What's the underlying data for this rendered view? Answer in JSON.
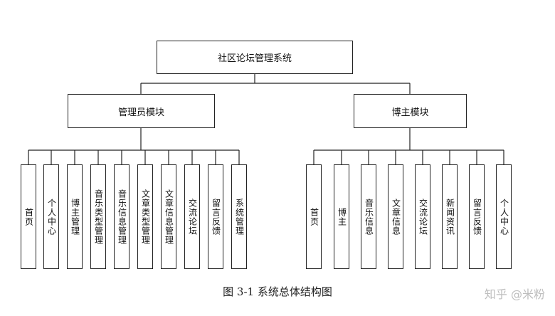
{
  "root": "社区论坛管理系统",
  "admin_module": {
    "title": "管理员模块",
    "items": [
      "首页",
      "个人中心",
      "博主管理",
      "音乐类型管理",
      "音乐信息管理",
      "文章类型管理",
      "文章信息管理",
      "交流论坛",
      "留言反馈",
      "系统管理"
    ]
  },
  "blogger_module": {
    "title": "博主模块",
    "items": [
      "首页",
      "博主",
      "音乐信息",
      "文章信息",
      "交流论坛",
      "新闻资讯",
      "留言反馈",
      "个人中心"
    ]
  },
  "caption": "图 3-1  系统总体结构图",
  "watermark": "知乎 @米粉"
}
